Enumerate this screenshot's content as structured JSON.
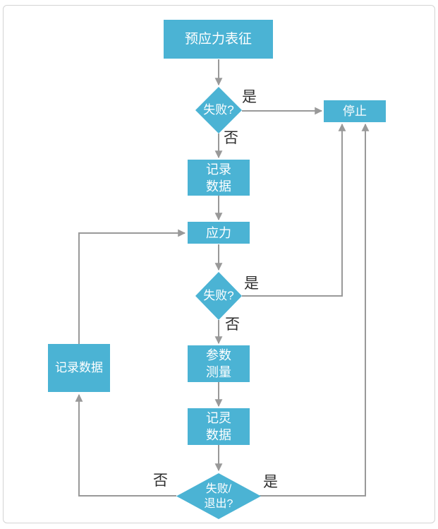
{
  "diagram_title": "",
  "colors": {
    "shape_fill": "#4BB3D4",
    "shape_text": "#FFFFFF",
    "connector": "#999999",
    "label_text": "#2E2E2E",
    "frame_border": "#D4D4D4",
    "background": "#FFFFFF"
  },
  "nodes": {
    "start": {
      "type": "process",
      "label": "预应力表征"
    },
    "decision_fail_1": {
      "type": "decision",
      "label": "失败?"
    },
    "stop": {
      "type": "process",
      "label": "停止"
    },
    "record_data_1": {
      "type": "process",
      "lines": [
        "记录",
        "数据"
      ]
    },
    "stress": {
      "type": "process",
      "label": "应力"
    },
    "decision_fail_2": {
      "type": "decision",
      "label": "失败?"
    },
    "param_measure": {
      "type": "process",
      "lines": [
        "参数",
        "测量"
      ]
    },
    "record_data_2": {
      "type": "process",
      "lines": [
        "记灵",
        "数据"
      ]
    },
    "record_data_left": {
      "type": "process",
      "label": "记录数据"
    },
    "decision_exit": {
      "type": "decision",
      "lines": [
        "失败/",
        "退出?"
      ]
    }
  },
  "edges": [
    {
      "from": "start",
      "to": "decision_fail_1",
      "label": ""
    },
    {
      "from": "decision_fail_1",
      "to": "stop",
      "label": "是"
    },
    {
      "from": "decision_fail_1",
      "to": "record_data_1",
      "label": "否"
    },
    {
      "from": "record_data_1",
      "to": "stress",
      "label": ""
    },
    {
      "from": "stress",
      "to": "decision_fail_2",
      "label": ""
    },
    {
      "from": "decision_fail_2",
      "to": "stop",
      "label": "是"
    },
    {
      "from": "decision_fail_2",
      "to": "param_measure",
      "label": "否"
    },
    {
      "from": "param_measure",
      "to": "record_data_2",
      "label": ""
    },
    {
      "from": "record_data_2",
      "to": "decision_exit",
      "label": ""
    },
    {
      "from": "decision_exit",
      "to": "record_data_left",
      "label": "否"
    },
    {
      "from": "decision_exit",
      "to": "stop",
      "label": "是"
    },
    {
      "from": "record_data_left",
      "to": "stress",
      "label": ""
    }
  ]
}
